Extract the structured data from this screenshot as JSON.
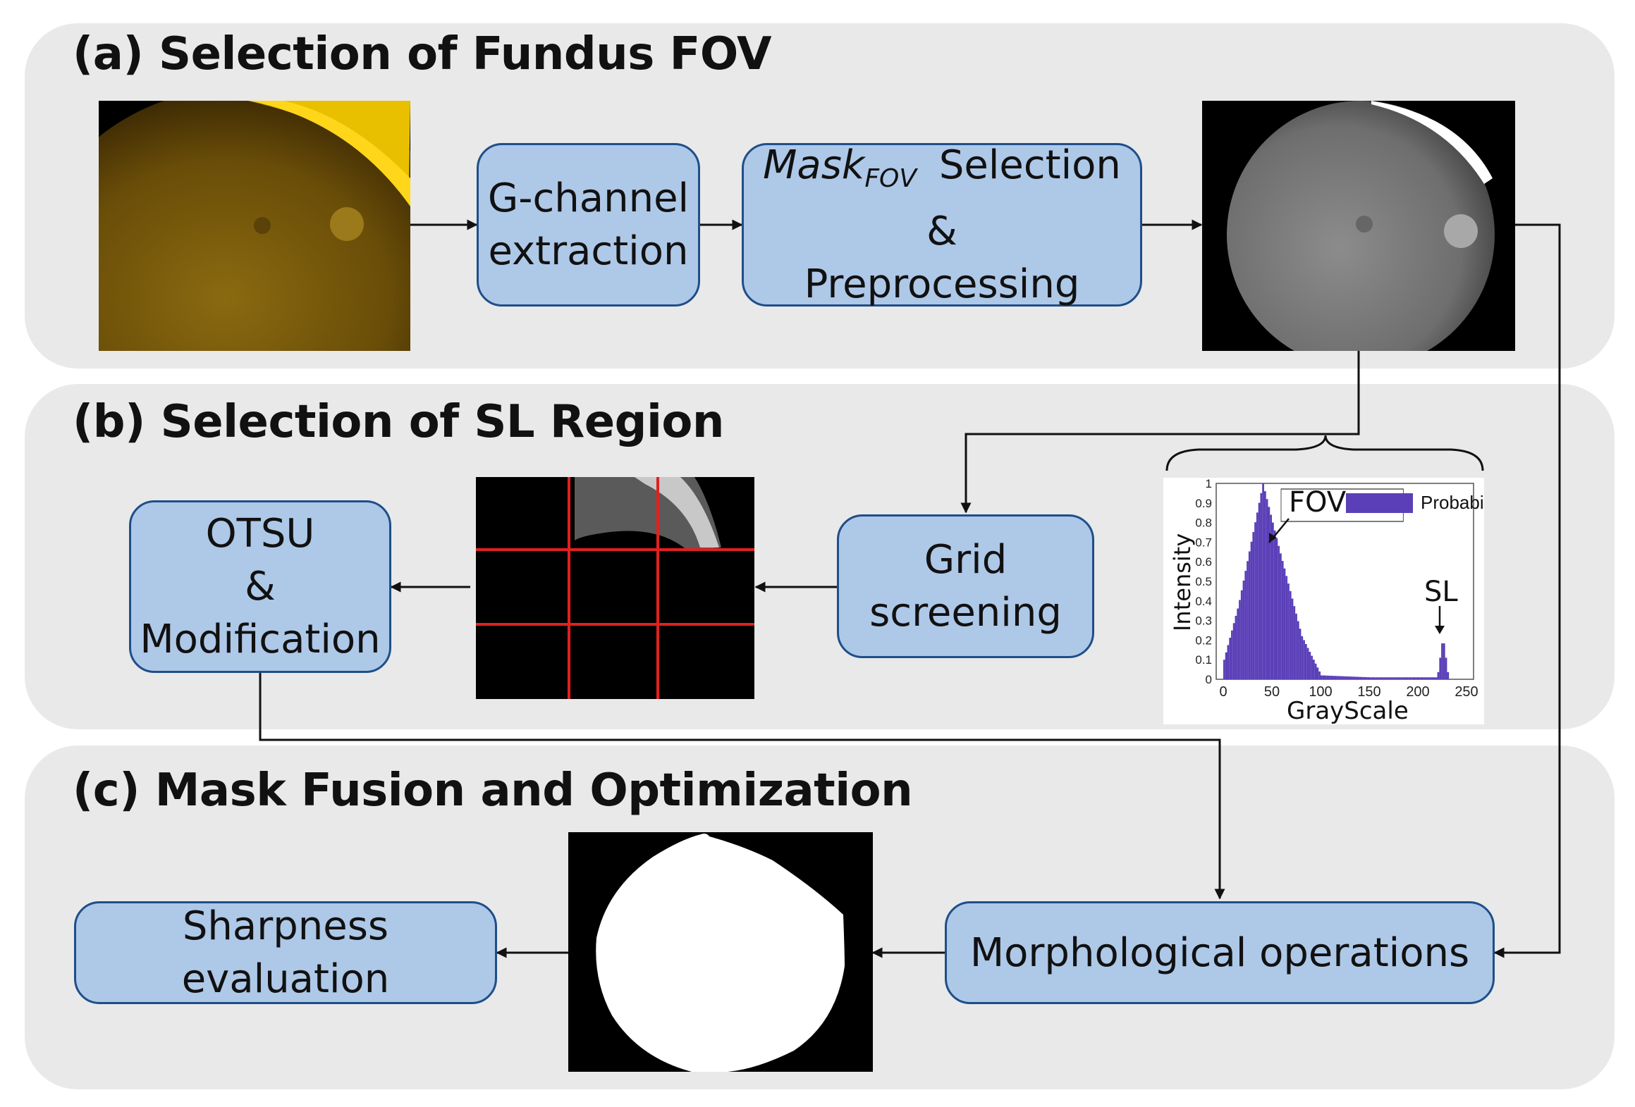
{
  "panels": {
    "a": {
      "title": "(a) Selection of Fundus FOV"
    },
    "b": {
      "title": "(b) Selection of SL Region"
    },
    "c": {
      "title": "(c) Mask Fusion and Optimization"
    }
  },
  "boxes": {
    "gchannel": {
      "line1": "G-channel",
      "line2": "extraction"
    },
    "maskfov": {
      "mask": "Mask",
      "sub": "FOV",
      "selection": "Selection",
      "amp": "&",
      "pre": "Preprocessing"
    },
    "grid": {
      "line1": "Grid",
      "line2": "screening"
    },
    "otsu": {
      "line1": "OTSU",
      "line2": "&",
      "line3": "Modification"
    },
    "morph": {
      "label": "Morphological operations"
    },
    "sharp": {
      "label": "Sharpness evaluation"
    }
  },
  "chart_data": {
    "type": "bar",
    "xlabel": "GrayScale",
    "ylabel": "Intensity",
    "xlim": [
      0,
      250
    ],
    "ylim": [
      0,
      1
    ],
    "xticks": [
      0,
      50,
      100,
      150,
      200,
      250
    ],
    "yticks": [
      0,
      0.1,
      0.2,
      0.3,
      0.4,
      0.5,
      0.6,
      0.7,
      0.8,
      0.9,
      1
    ],
    "legend": "Probability",
    "legend_position": "top-right",
    "color": "#5a3fb8",
    "annotations": [
      {
        "text": "FOV",
        "x": 50,
        "y": 0.72
      },
      {
        "text": "SL",
        "x": 225,
        "y": 0.22
      }
    ],
    "peaks": [
      {
        "x": 0,
        "y": 0.1
      },
      {
        "x": 15,
        "y": 0.38
      },
      {
        "x": 40,
        "y": 1.0
      },
      {
        "x": 55,
        "y": 0.7
      },
      {
        "x": 80,
        "y": 0.22
      },
      {
        "x": 100,
        "y": 0.02
      },
      {
        "x": 150,
        "y": 0.01
      },
      {
        "x": 225,
        "y": 0.22
      }
    ]
  }
}
